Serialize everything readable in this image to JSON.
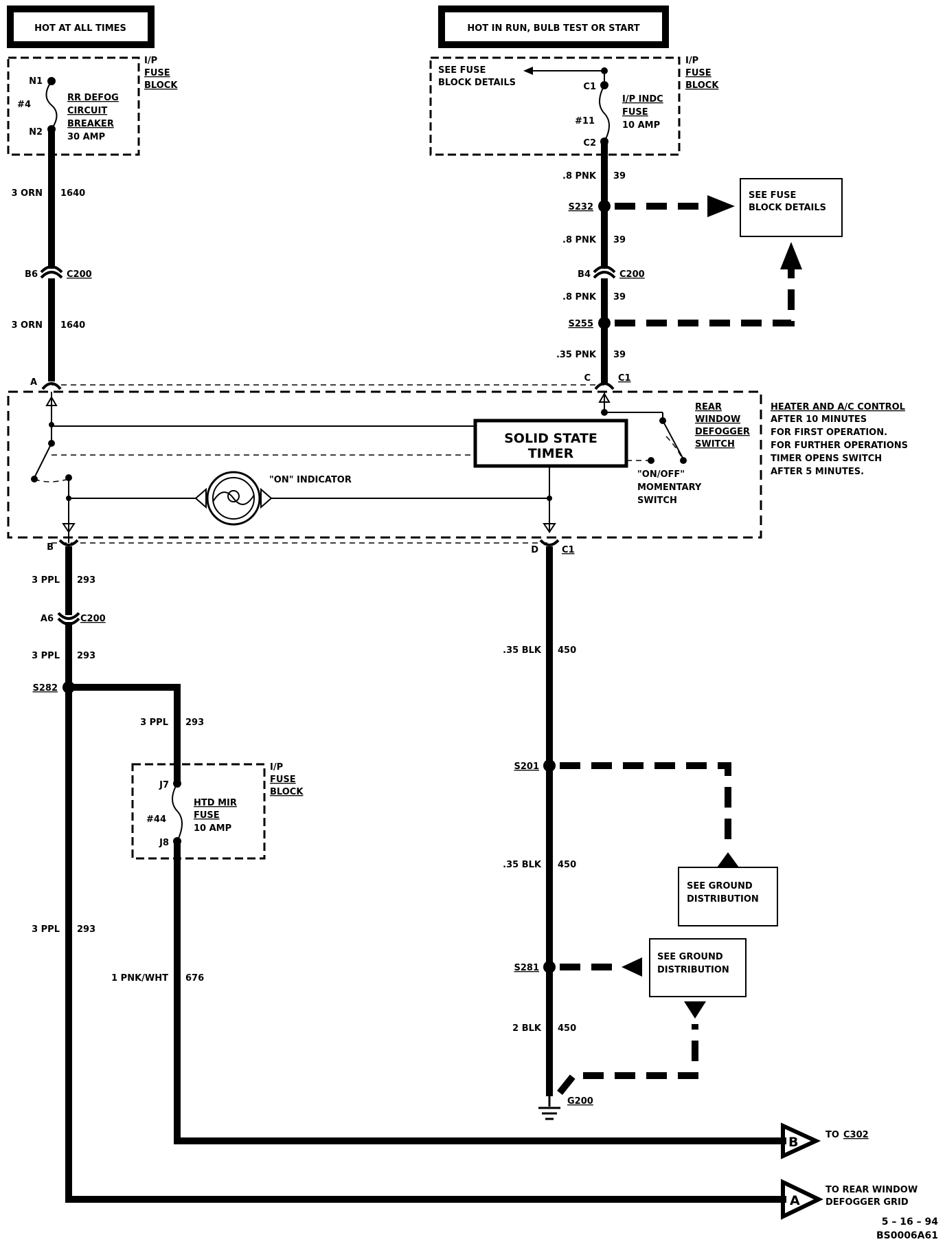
{
  "headers": {
    "left": "HOT AT ALL TIMES",
    "right": "HOT IN RUN, BULB TEST OR START"
  },
  "fuse_block_left": {
    "title_1": "I/P",
    "title_2": "FUSE",
    "title_3": "BLOCK",
    "pin_top": "N1",
    "pin_bottom": "N2",
    "number": "#4",
    "name_1": "RR DEFOG",
    "name_2": "CIRCUIT",
    "name_3": "BREAKER",
    "rating": "30 AMP"
  },
  "fuse_block_right": {
    "title_1": "I/P",
    "title_2": "FUSE",
    "title_3": "BLOCK",
    "see_1": "SEE FUSE",
    "see_2": "BLOCK DETAILS",
    "pin_top": "C1",
    "pin_bottom": "C2",
    "number": "#11",
    "name_1": "I/P INDC",
    "name_2": "FUSE",
    "rating": "10 AMP"
  },
  "see_fuse_box": {
    "line1": "SEE FUSE",
    "line2": "BLOCK DETAILS"
  },
  "left_wire": {
    "gauge_color": "3 ORN",
    "circuit": "1640",
    "conn_pin": "B6",
    "conn": "C200",
    "gauge_color_2": "3 ORN",
    "circuit_2": "1640",
    "terminal": "A"
  },
  "right_wire": {
    "gauge_1": ".8 PNK",
    "circuit_1": "39",
    "splice_1": "S232",
    "gauge_2": ".8 PNK",
    "circuit_2": "39",
    "conn_pin": "B4",
    "conn": "C200",
    "gauge_3": ".8 PNK",
    "circuit_3": "39",
    "splice_2": "S255",
    "gauge_4": ".35 PNK",
    "circuit_4": "39",
    "terminal": "C",
    "terminal_conn": "C1"
  },
  "control": {
    "timer_1": "SOLID STATE",
    "timer_2": "TIMER",
    "switch_1": "REAR",
    "switch_2": "WINDOW",
    "switch_3": "DEFOGGER",
    "switch_4": "SWITCH",
    "indicator": "\"ON\" INDICATOR",
    "mom_1": "\"ON/OFF\"",
    "mom_2": "MOMENTARY",
    "mom_3": "SWITCH",
    "desc_1": "HEATER AND A/C CONTROL",
    "desc_2": "AFTER 10 MINUTES",
    "desc_3": "FOR FIRST OPERATION.",
    "desc_4": "FOR FURTHER OPERATIONS",
    "desc_5": "TIMER OPENS SWITCH",
    "desc_6": "AFTER 5 MINUTES."
  },
  "bottom_left": {
    "terminal": "B",
    "gauge_1": "3 PPL",
    "circuit_1": "293",
    "conn_pin": "A6",
    "conn": "C200",
    "gauge_2": "3 PPL",
    "circuit_2": "293",
    "splice": "S282",
    "gauge_3": "3 PPL",
    "circuit_3": "293",
    "gauge_4": "3 PPL",
    "circuit_4": "293"
  },
  "fuse_block_lower": {
    "title_1": "I/P",
    "title_2": "FUSE",
    "title_3": "BLOCK",
    "pin_top": "J7",
    "pin_bottom": "J8",
    "number": "#44",
    "name_1": "HTD MIR",
    "name_2": "FUSE",
    "rating": "10 AMP",
    "out_gauge": "1 PNK/WHT",
    "out_circuit": "676"
  },
  "ground_path": {
    "terminal": "D",
    "terminal_conn": "C1",
    "gauge_1": ".35 BLK",
    "circuit_1": "450",
    "splice_1": "S201",
    "gauge_2": ".35 BLK",
    "circuit_2": "450",
    "splice_2": "S281",
    "gauge_3": "2 BLK",
    "circuit_3": "450",
    "ground": "G200"
  },
  "ground_box_1": {
    "line1": "SEE GROUND",
    "line2": "DISTRIBUTION"
  },
  "ground_box_2": {
    "line1": "SEE GROUND",
    "line2": "DISTRIBUTION"
  },
  "destinations": {
    "b_letter": "B",
    "b_text": "TO",
    "b_conn": "C302",
    "a_letter": "A",
    "a_text_1": "TO REAR WINDOW",
    "a_text_2": "DEFOGGER GRID"
  },
  "footer": {
    "date": "5 – 16 – 94",
    "code": "BS0006A61"
  }
}
